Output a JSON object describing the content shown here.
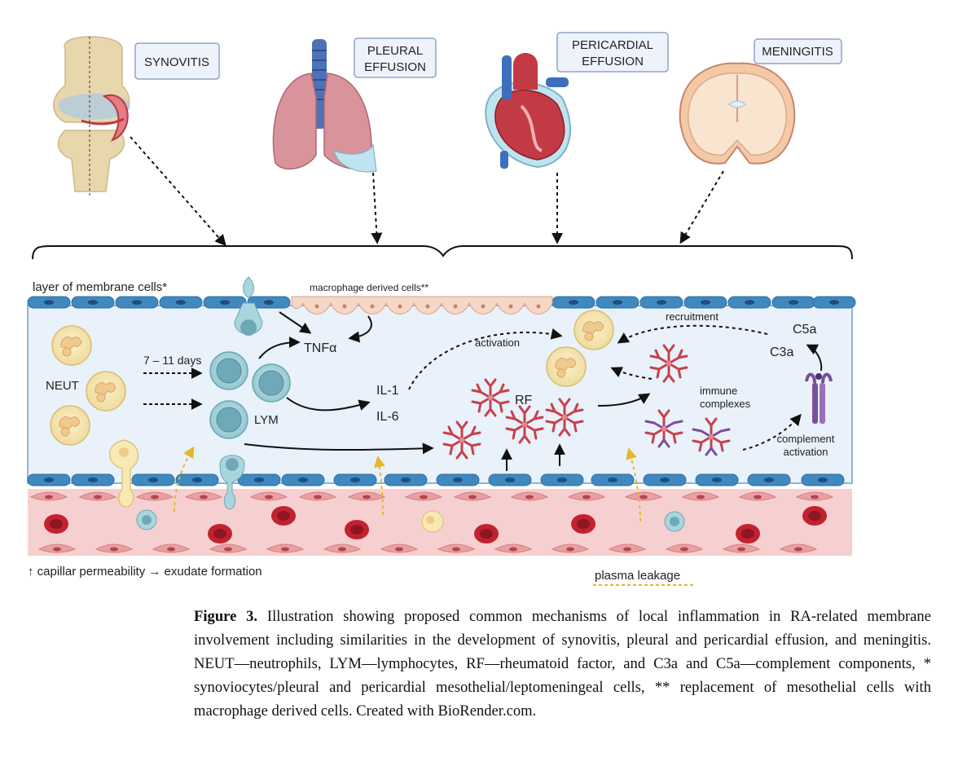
{
  "organs": {
    "synovitis": "SYNOVITIS",
    "pleural_1": "PLEURAL",
    "pleural_2": "EFFUSION",
    "pericardial_1": "PERICARDIAL",
    "pericardial_2": "EFFUSION",
    "meningitis": "MENINGITIS"
  },
  "labels": {
    "membrane_layer": "layer of membrane cells*",
    "macrophage": "macrophage derived cells**",
    "neut": "NEUT",
    "days": "7 – 11 days",
    "lym": "LYM",
    "tnf": "TNFα",
    "il1": "IL-1",
    "il6": "IL-6",
    "activation": "activation",
    "rf": "RF",
    "recruitment": "recruitment",
    "c5a": "C5a",
    "c3a": "C3a",
    "immune_1": "immune",
    "immune_2": "complexes",
    "complement_1": "complement",
    "complement_2": "activation",
    "capillary": "↑ capillar permeability → exudate formation",
    "plasma": "plasma leakage"
  },
  "caption": {
    "figure_label": "Figure 3.",
    "text": " Illustration showing proposed common mechanisms of local inflammation in RA-related membrane involvement including similarities in the development of synovitis, pleural and pericardial effusion, and meningitis. NEUT—neutrophils, LYM—lymphocytes, RF—rheumatoid factor, and C3a and C5a—complement components, * synoviocytes/pleural and pericardial mesothelial/leptomeningeal cells, ** replacement of mesothelial cells with macrophage derived cells. Created with BioRender.com."
  },
  "colors": {
    "membrane_cell": "#3f88c0",
    "interstitium": "#e9f1fa",
    "vessel": "#f6d0d0",
    "rbc": "#c2222f",
    "neutrophil": "#f8e8b4",
    "lymphocyte": "#a9d6de",
    "antibody": "#c7414c",
    "complement": "#7a4f9a",
    "leak_arrow": "#e5b72a"
  }
}
